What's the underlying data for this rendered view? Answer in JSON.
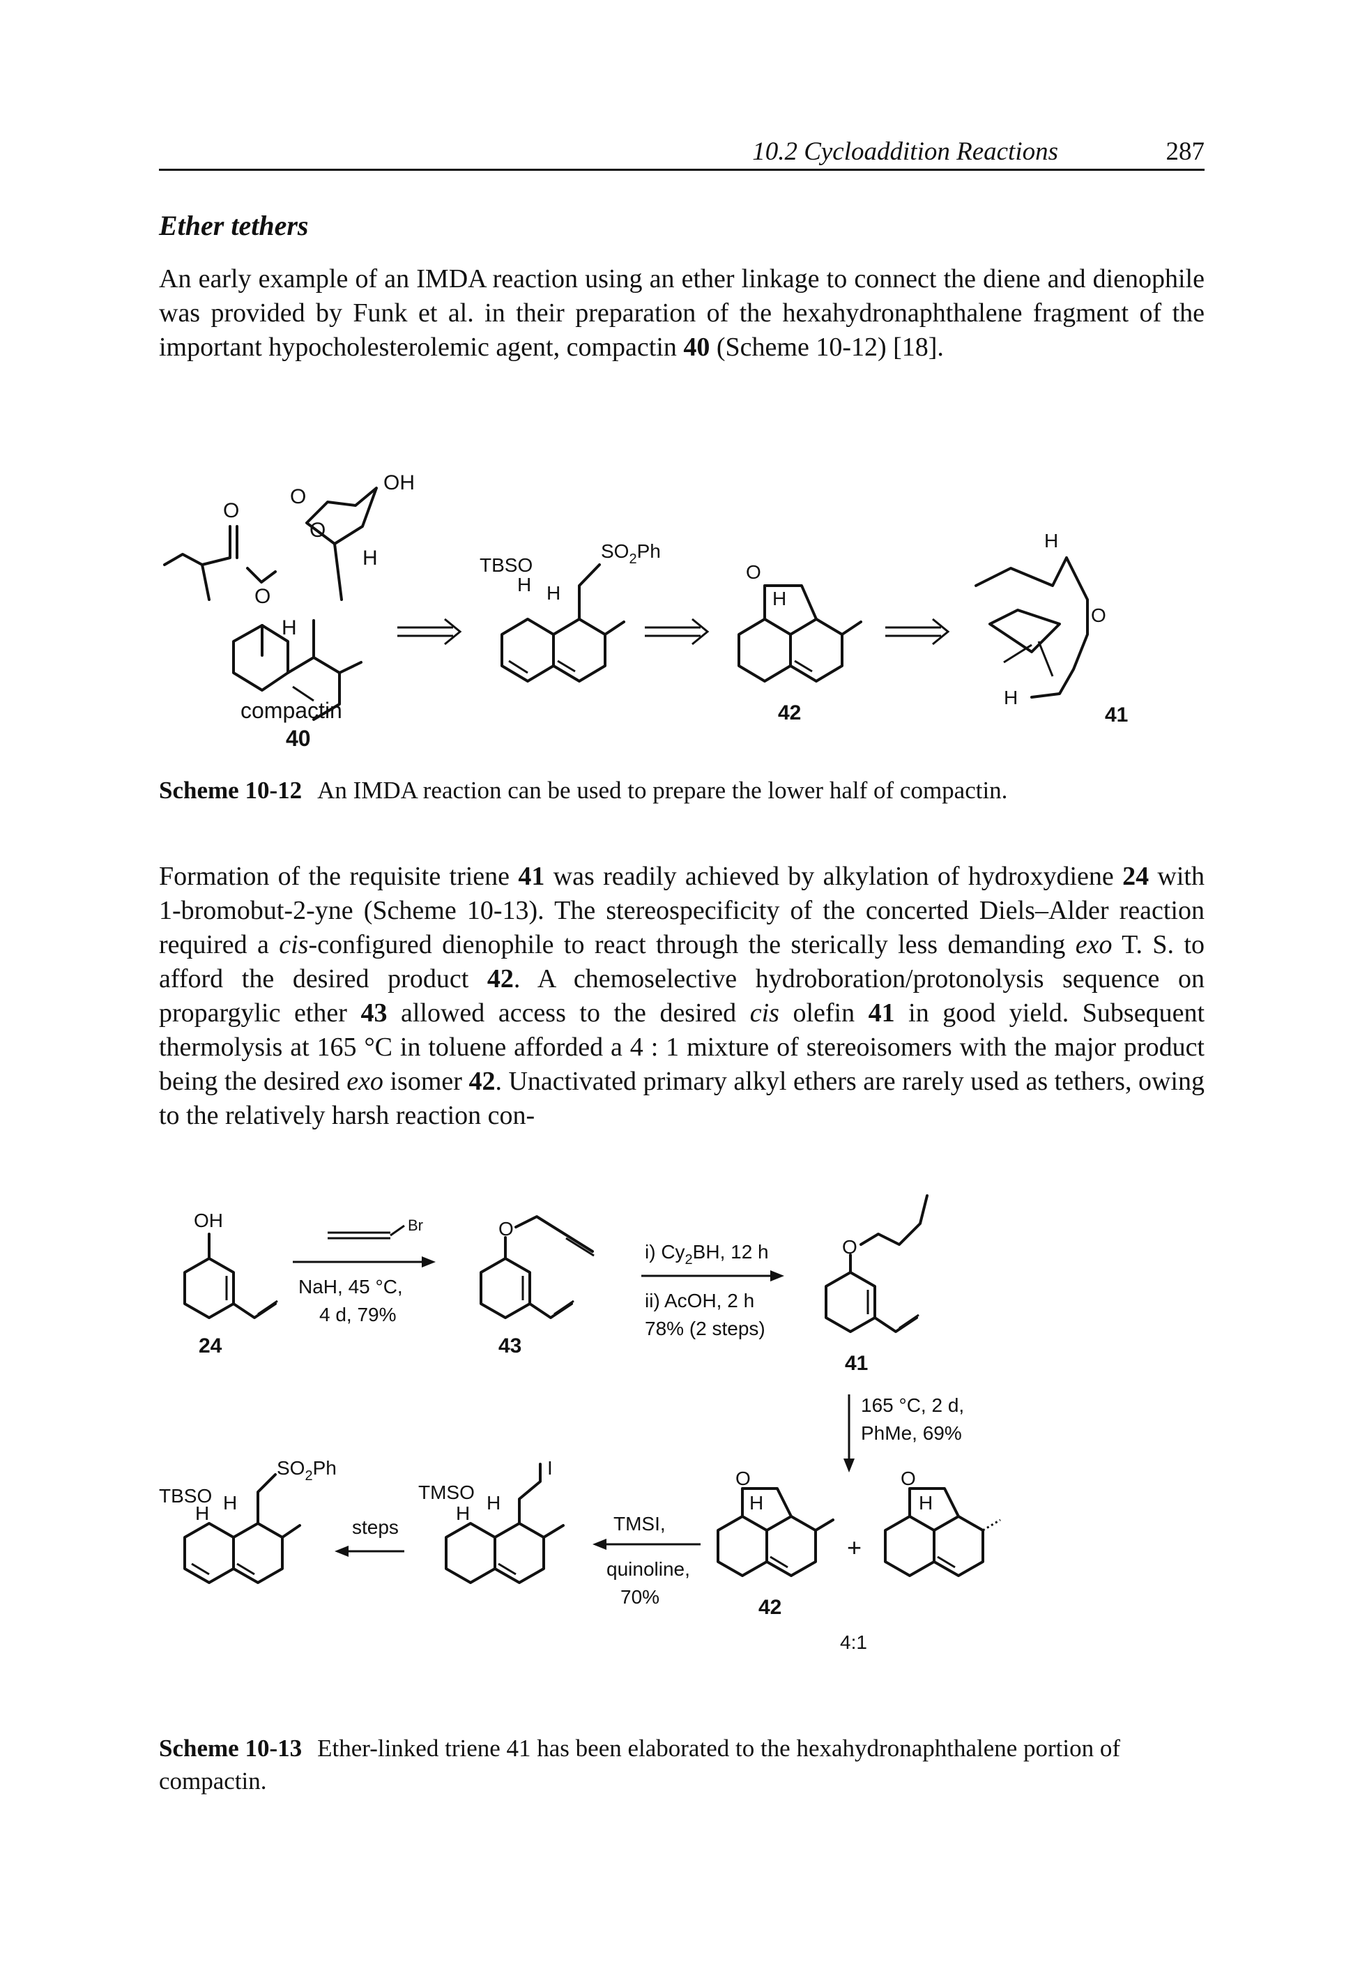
{
  "header": {
    "section": "10.2 Cycloaddition Reactions",
    "page_number": "287"
  },
  "section_heading": "Ether tethers",
  "paragraph1": {
    "s1": "An early example of an IMDA reaction using an ether linkage to connect the diene and dienophile was provided by Funk et al. in their preparation of the hexahydronaphthalene fragment of the important hypocholesterolemic agent, compactin ",
    "c40": "40",
    "s2": " (Scheme 10-12) [18]."
  },
  "scheme1": {
    "compactin_label": "compactin",
    "compactin_number": "40",
    "labels": {
      "O": "O",
      "OH": "OH",
      "H": "H",
      "TBSO": "TBSO",
      "SO2Ph_main": "SO",
      "SO2Ph_sub": "2",
      "SO2Ph_tail": "Ph"
    },
    "compound_42": "42",
    "compound_41": "41"
  },
  "caption1": {
    "label": "Scheme 10-12",
    "text": "An IMDA reaction can be used to prepare the lower half of compactin."
  },
  "paragraph2": {
    "t1": "Formation of the requisite triene ",
    "n41a": "41",
    "t2": " was readily achieved by alkylation of hydroxydiene ",
    "n24": "24",
    "t3": " with 1-bromobut-2-yne (Scheme 10-13). The stereospecificity of the concerted Diels–Alder reaction required a ",
    "cis1": "cis",
    "t4": "-configured dienophile to react through the sterically less demanding ",
    "exo1": "exo",
    "t5": " T. S. to afford the desired product ",
    "n42a": "42",
    "t6": ". A chemoselective hydroboration/protonolysis sequence on propargylic ether ",
    "n43": "43",
    "t7": " allowed access to the desired ",
    "cis2": "cis",
    "t8": " olefin ",
    "n41b": "41",
    "t9": " in good yield. Subsequent thermolysis at 165 °C in toluene afforded a 4 : 1 mixture of stereoisomers with the major product being the desired ",
    "exo2": "exo",
    "t10": " isomer ",
    "n42b": "42",
    "t11": ". Unactivated primary alkyl ethers are rarely used as tethers, owing to the relatively harsh reaction con-"
  },
  "scheme2": {
    "OH": "OH",
    "O": "O",
    "Br": "Br",
    "H": "H",
    "cond1_line1": "NaH, 45 °C,",
    "cond1_line2": "4 d, 79%",
    "cond2_line1": "i) Cy",
    "cond2_line1_sub": "2",
    "cond2_line1_tail": "BH, 12 h",
    "cond2_line2": "ii) AcOH, 2 h",
    "cond2_line3": "78% (2 steps)",
    "cond3_line1": "165 °C, 2 d,",
    "cond3_line2": "PhMe, 69%",
    "cond4_line1": "TMSI,",
    "cond4_line2": "quinoline,",
    "cond4_line3": "70%",
    "cond5": "steps",
    "TBSO": "TBSO",
    "TMSO": "TMSO",
    "I": "I",
    "SO2Ph_main": "SO",
    "SO2Ph_sub": "2",
    "SO2Ph_tail": "Ph",
    "plus": "+",
    "ratio": "4:1",
    "n24": "24",
    "n43": "43",
    "n41": "41",
    "n42": "42"
  },
  "caption2": {
    "label": "Scheme 10-13",
    "text": "Ether-linked triene 41 has been elaborated to the hexahydronaphthalene portion of compactin."
  }
}
